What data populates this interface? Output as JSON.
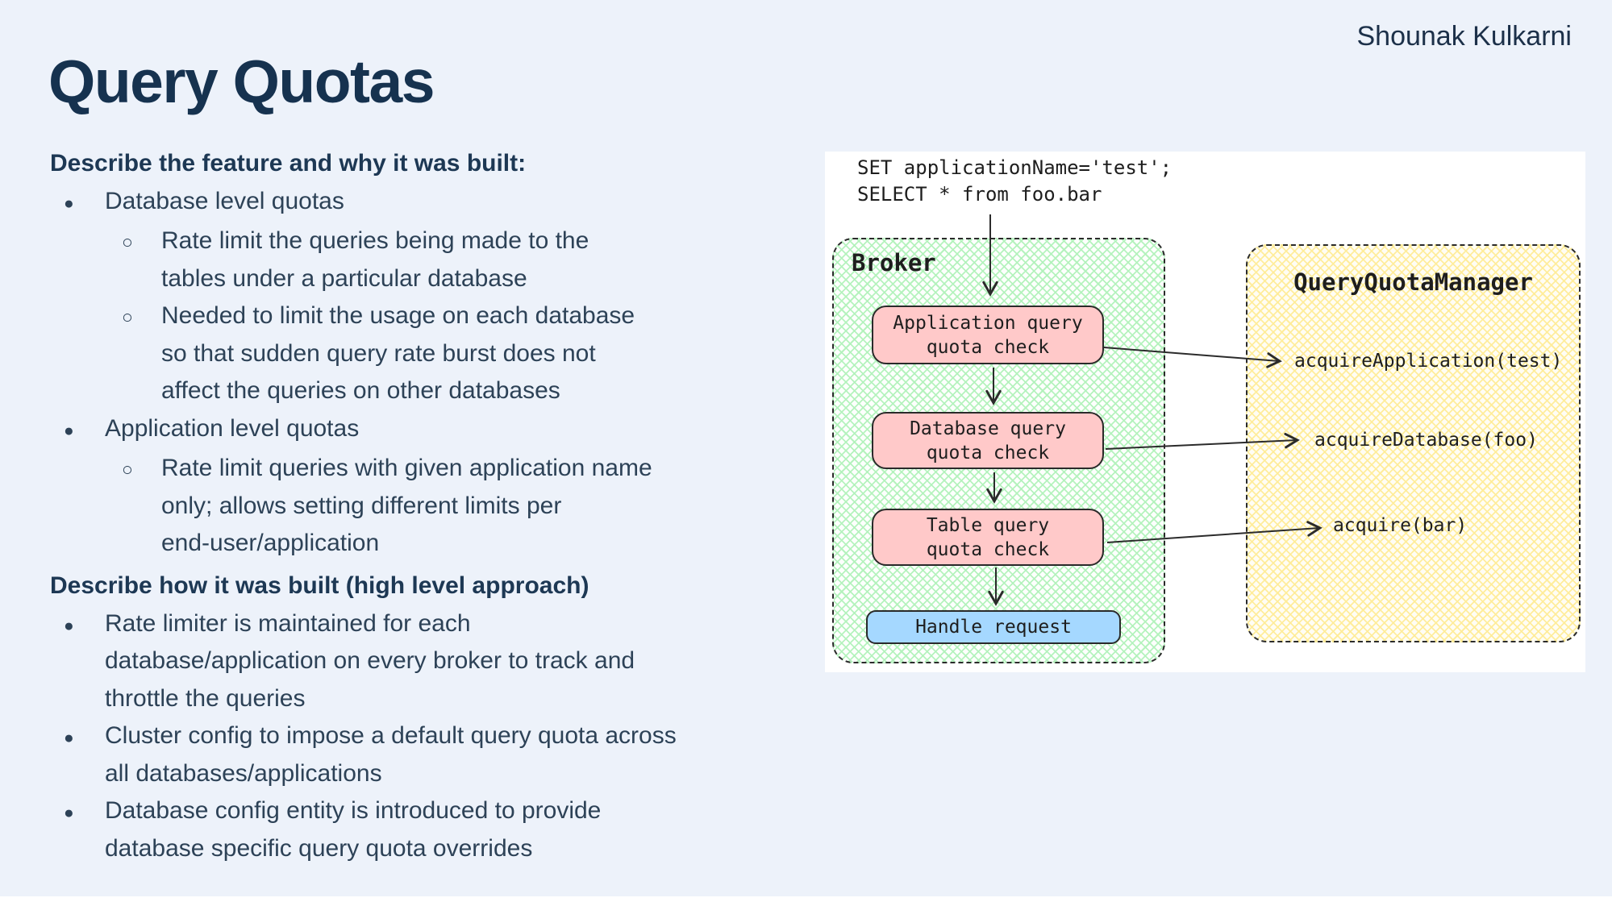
{
  "slide": {
    "title": "Query Quotas",
    "author": "Shounak Kulkarni",
    "bullet_glyphs": {
      "level1": "●",
      "level2": "○"
    }
  },
  "sections": [
    {
      "heading": "Describe the feature and why it was built:",
      "items": [
        {
          "level": 1,
          "text": "Database level quotas"
        },
        {
          "level": 2,
          "text": "Rate limit the queries being made to the\ntables under a particular database"
        },
        {
          "level": 2,
          "text": "Needed to limit the usage on each database\nso that sudden query rate burst does not\naffect the queries on other databases"
        },
        {
          "level": 1,
          "text": "Application level quotas"
        },
        {
          "level": 2,
          "text": "Rate limit queries with given application name\nonly; allows setting different limits per\nend-user/application"
        }
      ]
    },
    {
      "heading": "Describe how it was built (high level approach)",
      "items": [
        {
          "level": 1,
          "text": "Rate limiter is maintained for each\ndatabase/application on every broker to track and\nthrottle the queries"
        },
        {
          "level": 1,
          "text": "Cluster config to impose a default query quota across\nall databases/applications"
        },
        {
          "level": 1,
          "text": "Database config entity is introduced to provide\ndatabase specific query quota overrides"
        }
      ]
    }
  ],
  "diagram": {
    "code": "SET applicationName='test';\nSELECT * from foo.bar",
    "broker": {
      "title": "Broker",
      "steps": [
        "Application query\nquota check",
        "Database query\nquota check",
        "Table query\nquota check"
      ],
      "result": "Handle request"
    },
    "manager": {
      "title": "QueryQuotaManager",
      "calls": [
        "acquireApplication(test)",
        "acquireDatabase(foo)",
        "acquire(bar)"
      ]
    },
    "colors": {
      "step_fill": "#ffc9c9",
      "result_fill": "#a5d8ff",
      "broker_hatch": "#b2f2bb",
      "manager_hatch": "#ffec99",
      "stroke": "#2b2b2b"
    }
  },
  "theme": {
    "background": "#edf2fa",
    "title_color": "#16324f",
    "text_color": "#2d4257"
  }
}
